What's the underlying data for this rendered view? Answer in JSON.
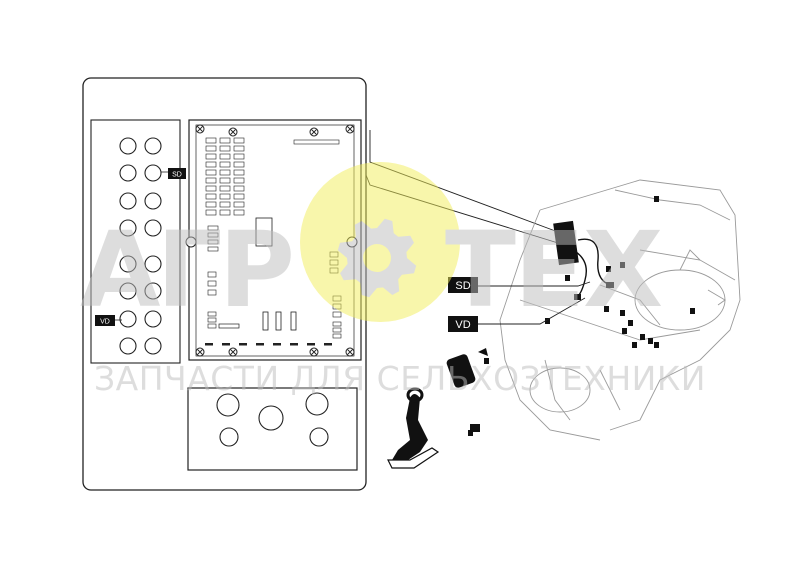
{
  "labels": {
    "sd": "SD",
    "vd": "VD"
  },
  "watermark": {
    "title_left": "АГР",
    "title_right": "ТЕХ",
    "subtitle": "ЗАПЧАСТИ ДЛЯ СЕЛЬХОЗТЕХНИКИ",
    "accent_color": "#f2ee5a",
    "gear_color": "#c9c9c9"
  },
  "colors": {
    "line": "#111111",
    "label_bg": "#111111",
    "label_fg": "#ffffff"
  }
}
